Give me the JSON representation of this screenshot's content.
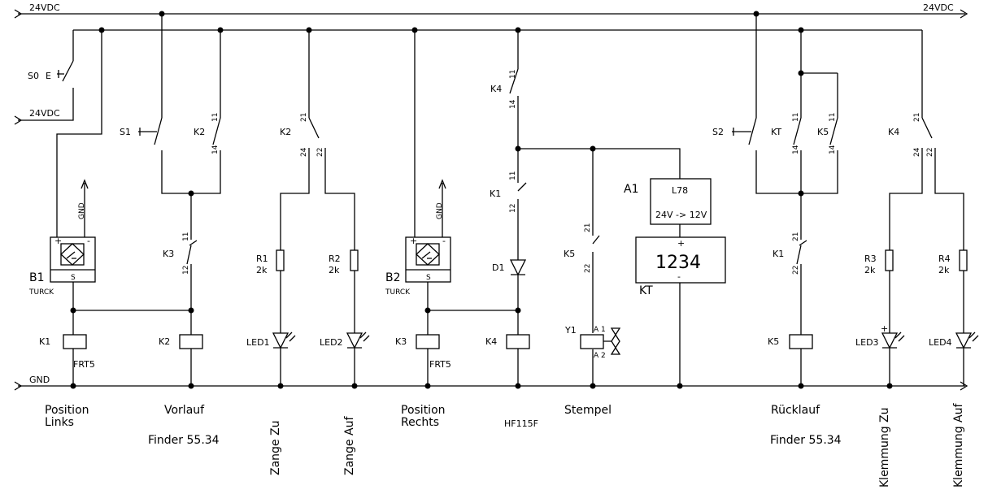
{
  "rails": {
    "supply_left": "24VDC",
    "supply_right": "24VDC",
    "supply_in": "24VDC",
    "ground": "GND"
  },
  "parts": {
    "s0": "S0",
    "s0_mark": "E",
    "s1": "S1",
    "s2": "S2",
    "k1": "K1",
    "k2": "K2",
    "k3": "K3",
    "k4": "K4",
    "k5": "K5",
    "kt": "KT",
    "b1": "B1",
    "b2": "B2",
    "turck": "TURCK",
    "gnd_b1": "GND",
    "gnd_b2": "GND",
    "frt5_a": "FRT5",
    "frt5_b": "FRT5",
    "d1": "D1",
    "r1": "R1",
    "r2": "R2",
    "r3": "R3",
    "r4": "R4",
    "r_value": "2k",
    "led1": "LED1",
    "led2": "LED2",
    "led3": "LED3",
    "led4": "LED4",
    "a1": "A1",
    "l78": "L78",
    "l78_conv": "24V -> 12V",
    "display_value": "1234",
    "kt_label": "KT",
    "plus": "+",
    "minus": "-",
    "s": "S",
    "y1": "Y1",
    "a1_pin": "A 1",
    "a2_pin": "A 2"
  },
  "pins": {
    "p11": "11",
    "p12": "12",
    "p14": "14",
    "p21": "21",
    "p22": "22",
    "p24": "24"
  },
  "captions": {
    "pos_links_1": "Position",
    "pos_links_2": "Links",
    "vorlauf": "Vorlauf",
    "finder_a": "Finder 55.34",
    "zange_zu": "Zange Zu",
    "zange_auf": "Zange Auf",
    "pos_rechts_1": "Position",
    "pos_rechts_2": "Rechts",
    "hf115f": "HF115F",
    "stempel": "Stempel",
    "ruecklauf": "Rücklauf",
    "finder_b": "Finder 55.34",
    "klemmung_zu": "Klemmung Zu",
    "klemmung_auf": "Klemmung Auf"
  }
}
